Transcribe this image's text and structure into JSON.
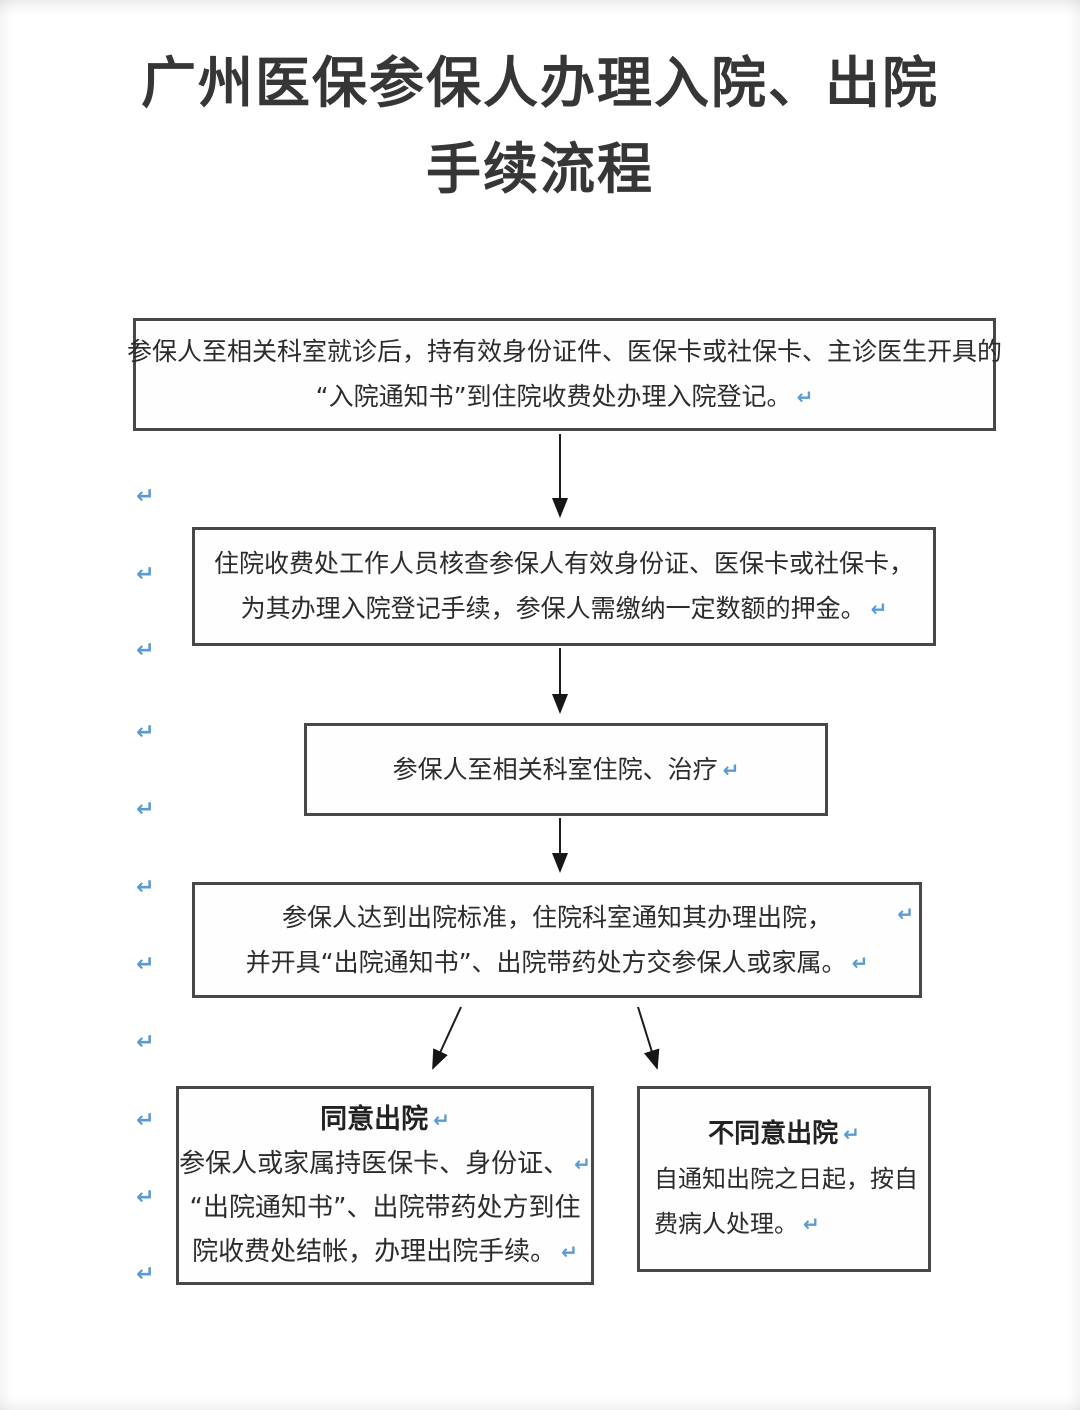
{
  "title": {
    "line1": "广州医保参保人办理入院、出院",
    "line2": "手续流程"
  },
  "flow": {
    "step1": {
      "line1": "参保人至相关科室就诊后，持有效身份证件、医保卡或社保卡、主诊医生开具的",
      "line2": "“入院通知书”到住院收费处办理入院登记。"
    },
    "step2": {
      "line1": "住院收费处工作人员核查参保人有效身份证、医保卡或社保卡，",
      "line2": "为其办理入院登记手续，参保人需缴纳一定数额的押金。"
    },
    "step3": {
      "line1": "参保人至相关科室住院、治疗"
    },
    "step4": {
      "line1": "参保人达到出院标准，住院科室通知其办理出院，",
      "line2": "并开具“出院通知书”、出院带药处方交参保人或家属。"
    },
    "agree": {
      "title": "同意出院",
      "line1": "参保人或家属持医保卡、身份证、",
      "line2": "“出院通知书”、出院带药处方到住",
      "line3": "院收费处结帐，办理出院手续。"
    },
    "disagree": {
      "title": "不同意出院",
      "line1": "自通知出院之日起，按自",
      "line2": "费病人处理。"
    }
  },
  "marks": {
    "symbol": "↵",
    "color": "#5b9bd5"
  }
}
